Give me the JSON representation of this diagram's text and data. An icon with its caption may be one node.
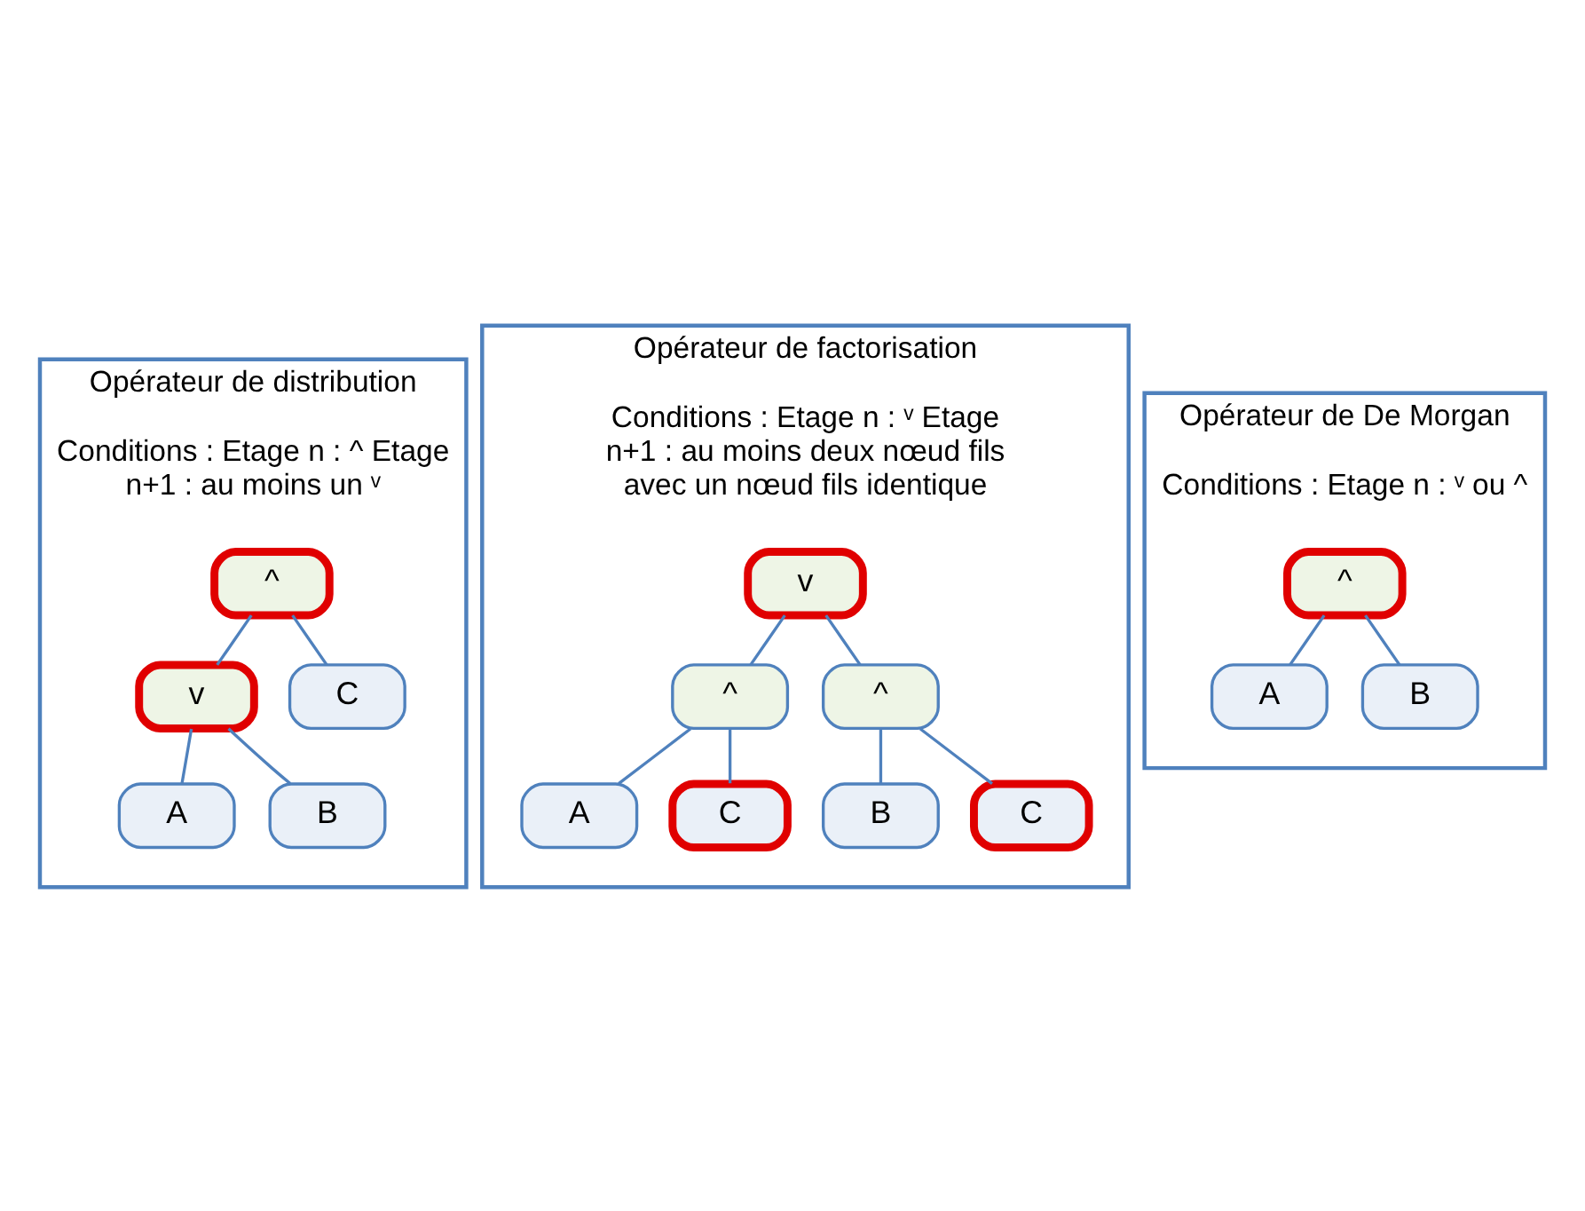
{
  "diagram": {
    "nodes": [
      {
        "text": [
          "Opérateur de distribution",
          "Conditions : Etage n : ^ Etage n+1 : au moins un ᵛ"
        ]
      },
      {
        "text": [
          "^"
        ],
        "in": 0
      },
      {
        "text": [
          "v"
        ],
        "in": 0
      },
      {
        "text": [
          "C"
        ],
        "in": 0
      },
      {
        "text": [
          "A"
        ],
        "in": 0
      },
      {
        "text": [
          "B"
        ],
        "in": 0
      },
      {
        "text": [
          "Opérateur de factorisation",
          "Conditions : Etage n : ᵛ Etage n+1 : au moins deux nœud fils avec un nœud fils identique"
        ]
      },
      {
        "text": [
          "v"
        ],
        "in": 6
      },
      {
        "text": [
          "^"
        ],
        "in": 6
      },
      {
        "text": [
          "^"
        ],
        "in": 6
      },
      {
        "text": [
          "A"
        ],
        "in": 6
      },
      {
        "text": [
          "C"
        ],
        "in": 6
      },
      {
        "text": [
          "B"
        ],
        "in": 6
      },
      {
        "text": [
          "C"
        ],
        "in": 6
      },
      {
        "text": [
          "Opérateur de De Morgan",
          "Conditions : Etage n : ᵛ ou ^"
        ]
      },
      {
        "text": [
          "^"
        ],
        "in": 14
      },
      {
        "text": [
          "A"
        ],
        "in": 14
      },
      {
        "text": [
          "B"
        ],
        "in": 14
      }
    ],
    "edges": [
      {
        "from": 1,
        "to": 2,
        "arrow": "none"
      },
      {
        "from": 1,
        "to": 3,
        "arrow": "none"
      },
      {
        "from": 2,
        "to": 4,
        "arrow": "none"
      },
      {
        "from": 2,
        "to": 5,
        "arrow": "none"
      },
      {
        "from": 7,
        "to": 8,
        "arrow": "none"
      },
      {
        "from": 7,
        "to": 9,
        "arrow": "none"
      },
      {
        "from": 8,
        "to": 10,
        "arrow": "none"
      },
      {
        "from": 8,
        "to": 11,
        "arrow": "none"
      },
      {
        "from": 9,
        "to": 12,
        "arrow": "none"
      },
      {
        "from": 9,
        "to": 13,
        "arrow": "none"
      },
      {
        "from": 15,
        "to": 16,
        "arrow": "none"
      },
      {
        "from": 15,
        "to": 17,
        "arrow": "none"
      }
    ]
  }
}
